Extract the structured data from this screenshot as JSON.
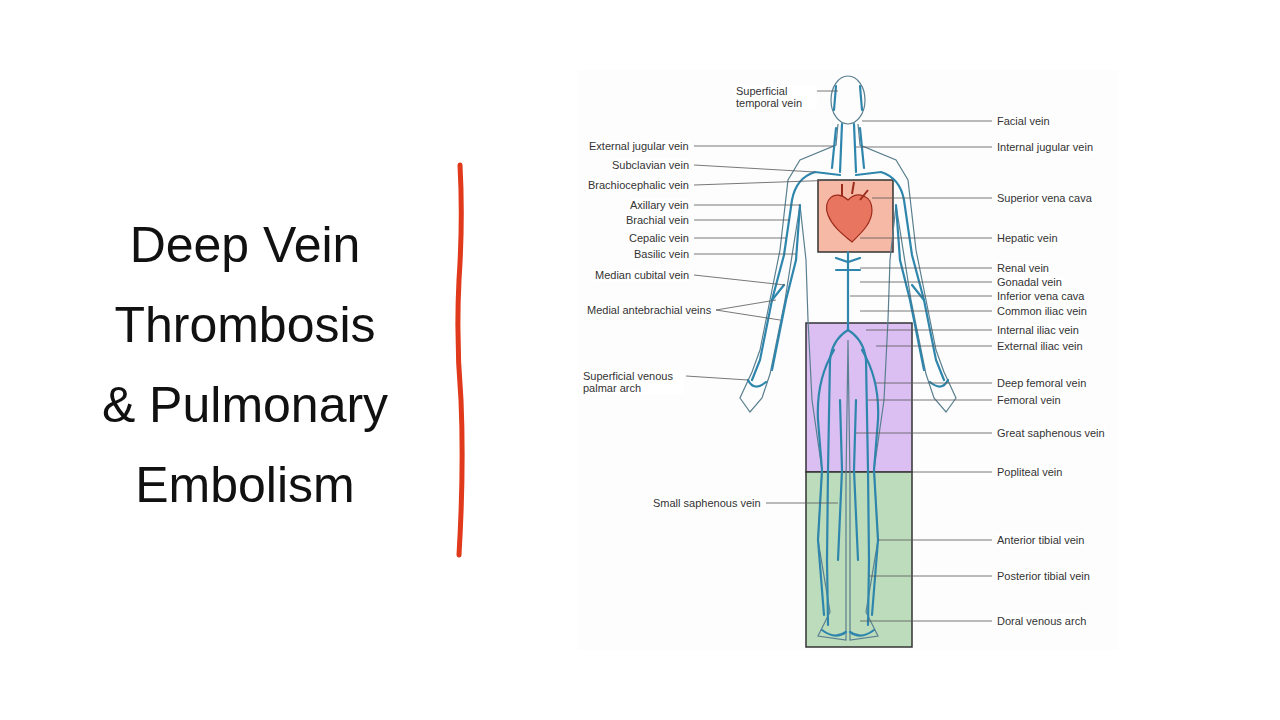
{
  "diagram": {
    "title": "Deep Vein Thrombosis & Pulmonary Embolism",
    "labels": [
      "Superficial temporal vein",
      "Facial vein",
      "External jugular vein",
      "Internal jugular vein",
      "Subclavian vein",
      "Brachiocephalic vein",
      "Superior vena cava",
      "Axillary vein",
      "Brachial vein",
      "Cepalic vein",
      "Hepatic vein",
      "Basilic vein",
      "Renal vein",
      "Median cubital vein",
      "Gonadal vein",
      "Inferior vena cava",
      "Medial antebrachial veins",
      "Common iliac vein",
      "Internal iliac vein",
      "External iliac vein",
      "Superficial venous palmar arch",
      "Deep femoral vein",
      "Femoral vein",
      "Great saphenous vein",
      "Popliteal vein",
      "Small saphenous vein",
      "Anterior tibial vein",
      "Posterior tibial vein",
      "Doral venous arch"
    ]
  }
}
